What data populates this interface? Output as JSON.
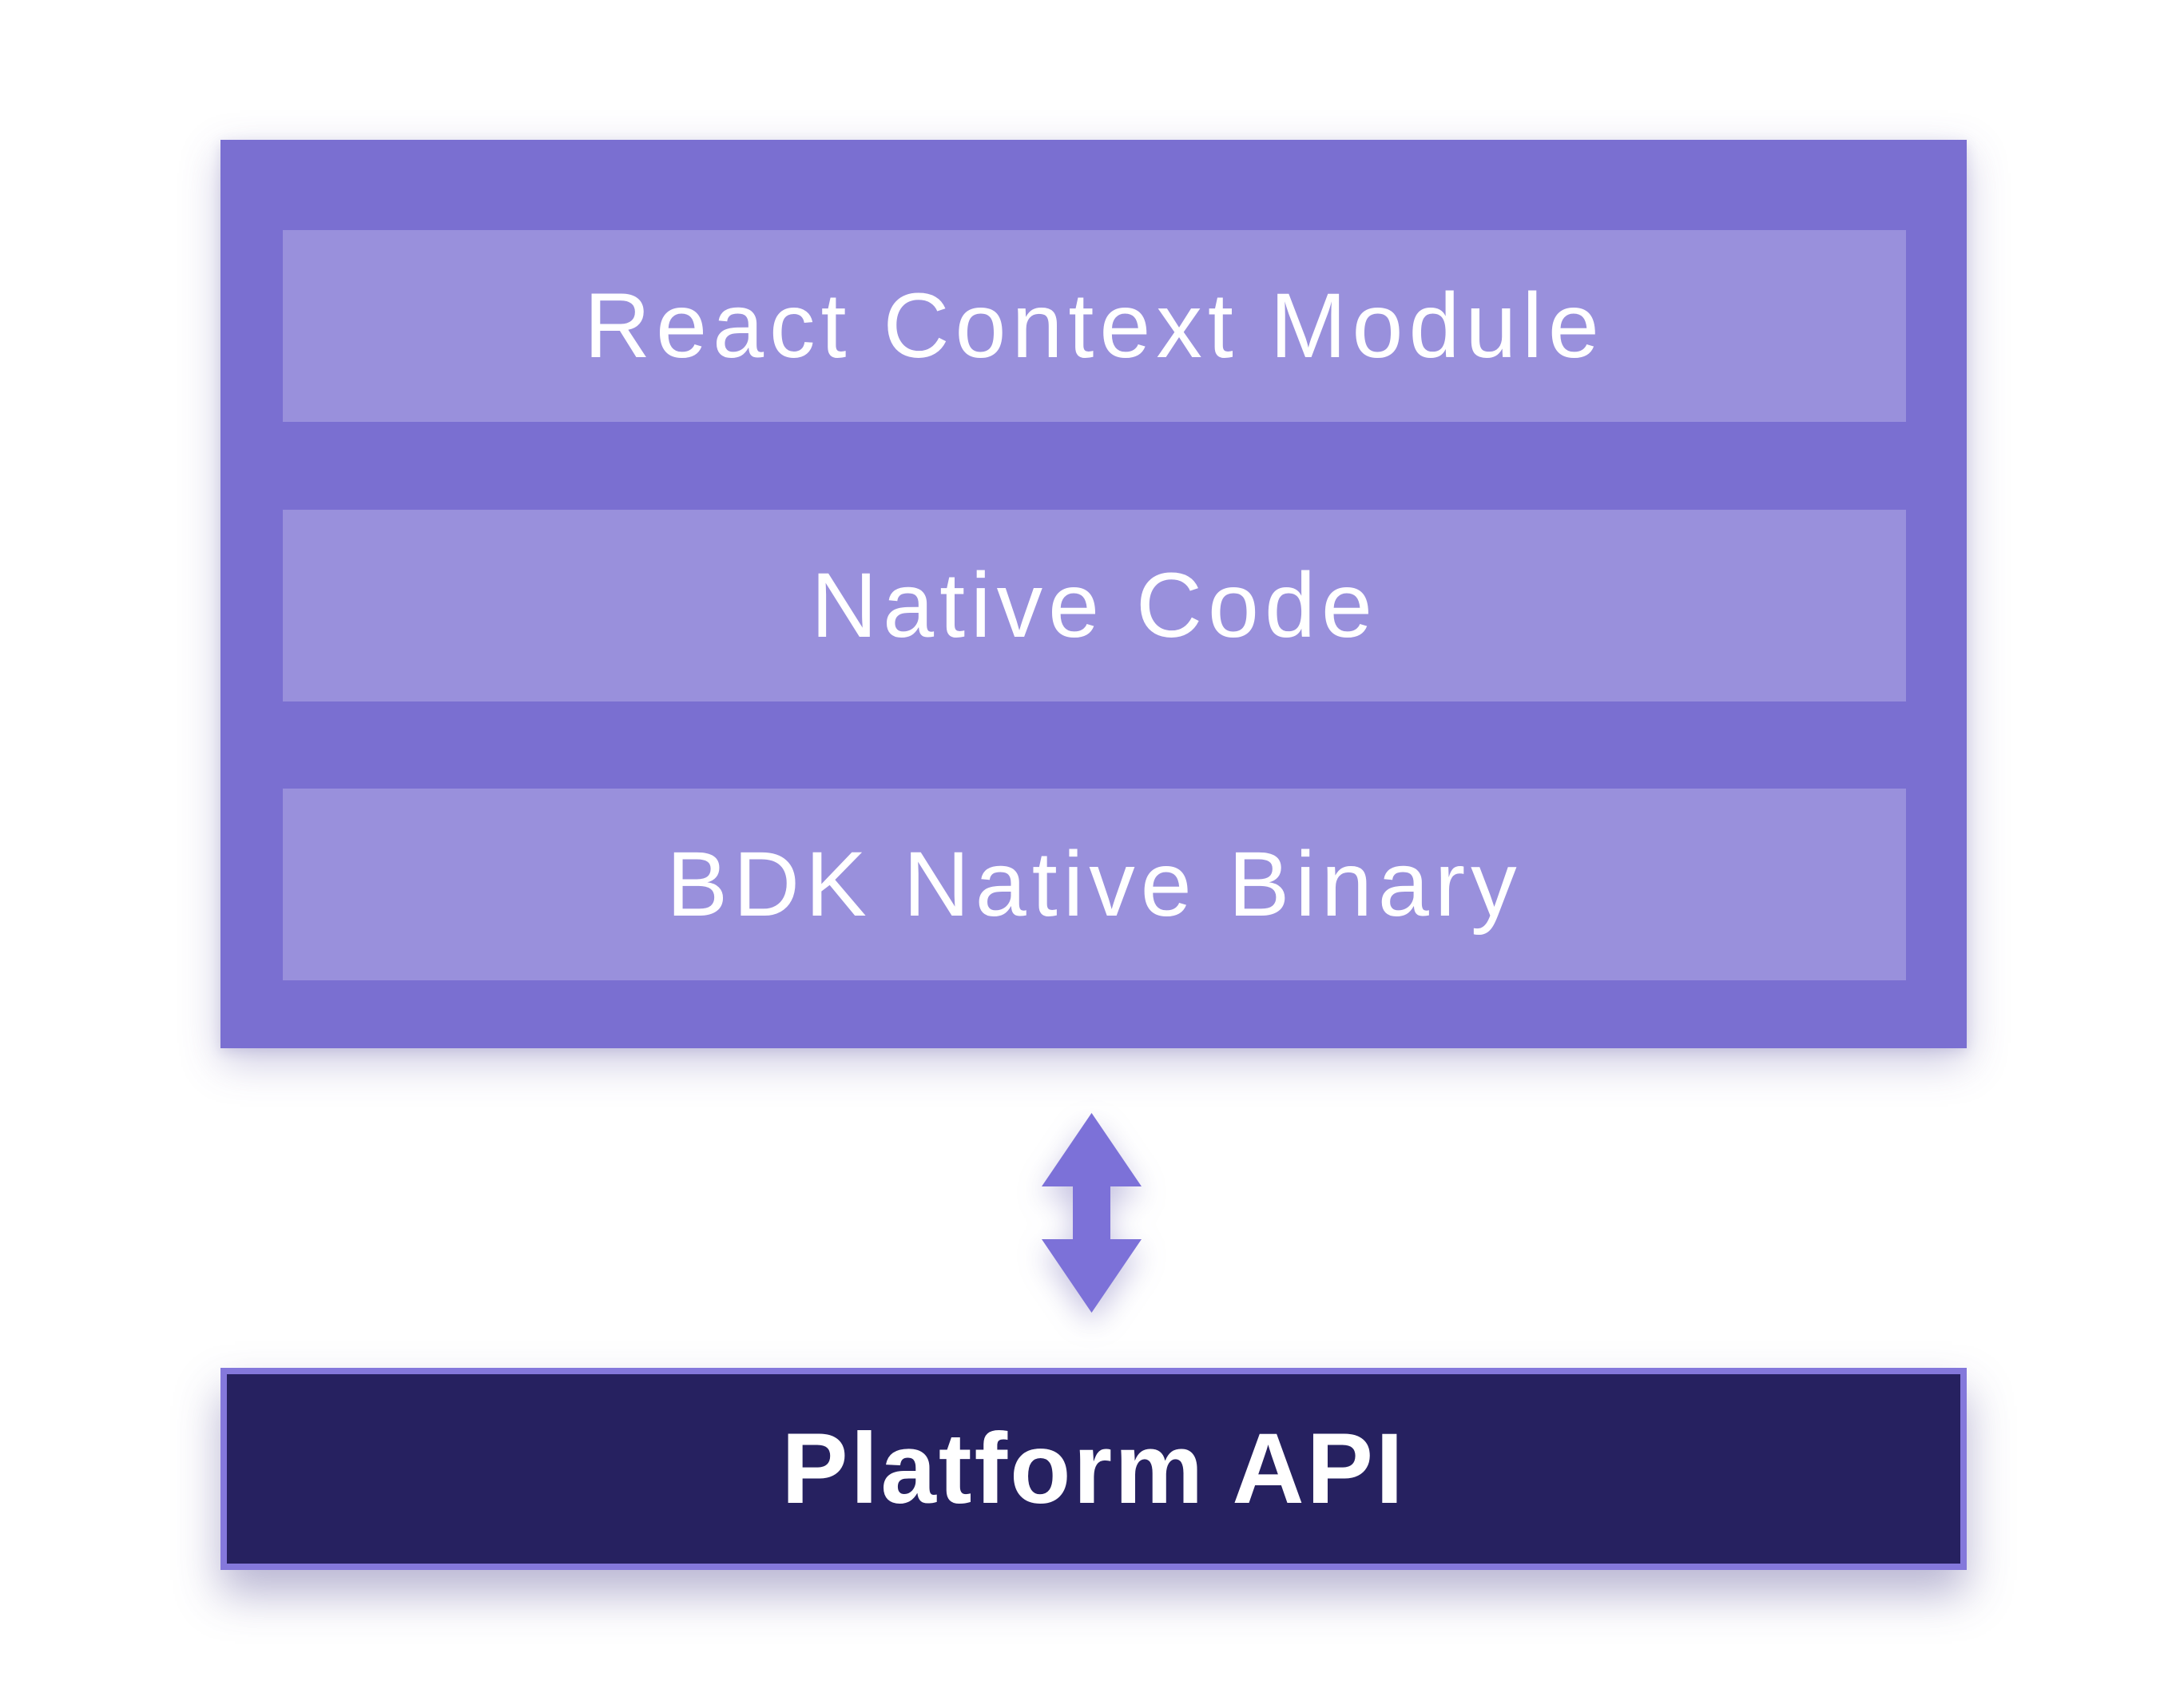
{
  "diagram": {
    "stack": {
      "layers": [
        {
          "label": "React Context Module"
        },
        {
          "label": "Native Code"
        },
        {
          "label": "BDK Native Binary"
        }
      ]
    },
    "connector": {
      "icon": "double-arrow-vertical-icon"
    },
    "platform": {
      "label": "Platform API"
    }
  },
  "colors": {
    "background": "#ffffff",
    "stack_fill": "#7a6fd1",
    "layer_fill": "#9990dc",
    "platform_fill": "#262160",
    "platform_border": "#8478db",
    "arrow_fill": "#7c71d8",
    "text": "#ffffff"
  }
}
